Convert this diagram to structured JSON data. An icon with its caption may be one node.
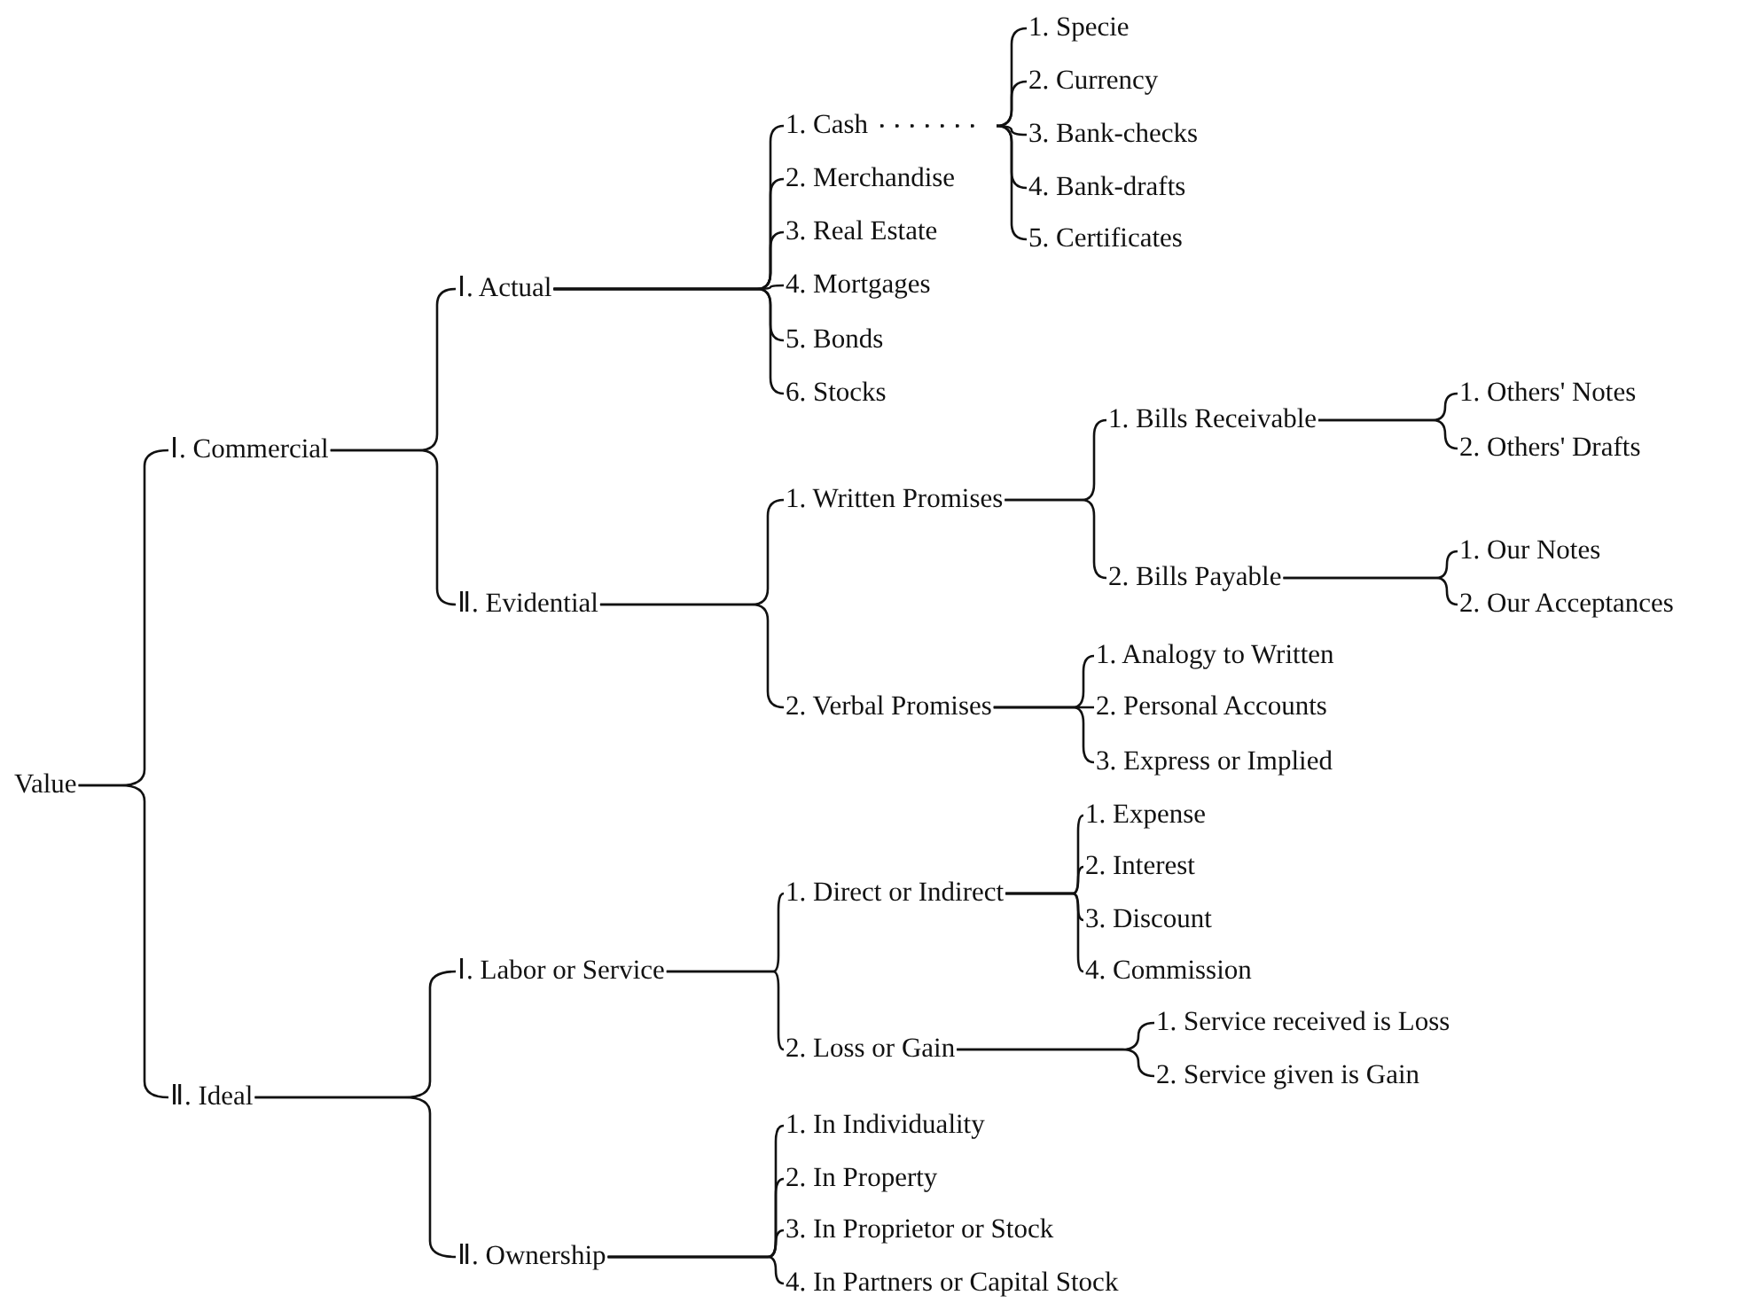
{
  "diagram": {
    "nodes": [
      {
        "text": [
          "Value"
        ]
      },
      {
        "text": [
          "Ⅰ. Commercial"
        ]
      },
      {
        "text": [
          "Ⅰ. Actual"
        ]
      },
      {
        "text": [
          "1. Cash"
        ]
      },
      {
        "text": [
          "1. Specie"
        ]
      },
      {
        "text": [
          "2. Currency"
        ]
      },
      {
        "text": [
          "3. Bank-checks"
        ]
      },
      {
        "text": [
          "4. Bank-drafts"
        ]
      },
      {
        "text": [
          "5. Certificates"
        ]
      },
      {
        "text": [
          "2. Merchandise"
        ]
      },
      {
        "text": [
          "3. Real Estate"
        ]
      },
      {
        "text": [
          "4. Mortgages"
        ]
      },
      {
        "text": [
          "5. Bonds"
        ]
      },
      {
        "text": [
          "6. Stocks"
        ]
      },
      {
        "text": [
          "Ⅱ. Evidential"
        ]
      },
      {
        "text": [
          "1. Written Promises"
        ]
      },
      {
        "text": [
          "1. Bills Receivable"
        ]
      },
      {
        "text": [
          "1. Others' Notes"
        ]
      },
      {
        "text": [
          "2. Others' Drafts"
        ]
      },
      {
        "text": [
          "2. Bills Payable"
        ]
      },
      {
        "text": [
          "1. Our Notes"
        ]
      },
      {
        "text": [
          "2. Our Acceptances"
        ]
      },
      {
        "text": [
          "2. Verbal Promises"
        ]
      },
      {
        "text": [
          "1. Analogy to Written"
        ]
      },
      {
        "text": [
          "2. Personal Accounts"
        ]
      },
      {
        "text": [
          "3. Express or Implied"
        ]
      },
      {
        "text": [
          "Ⅱ. Ideal"
        ]
      },
      {
        "text": [
          "Ⅰ. Labor or Service"
        ]
      },
      {
        "text": [
          "1. Direct or Indirect"
        ]
      },
      {
        "text": [
          "1. Expense"
        ]
      },
      {
        "text": [
          "2. Interest"
        ]
      },
      {
        "text": [
          "3. Discount"
        ]
      },
      {
        "text": [
          "4. Commission"
        ]
      },
      {
        "text": [
          "2. Loss or Gain"
        ]
      },
      {
        "text": [
          "1. Service received is Loss"
        ]
      },
      {
        "text": [
          "2. Service given is Gain"
        ]
      },
      {
        "text": [
          "Ⅱ. Ownership"
        ]
      },
      {
        "text": [
          "1. In Individuality"
        ]
      },
      {
        "text": [
          "2. In Property"
        ]
      },
      {
        "text": [
          "3. In Proprietor or Stock"
        ]
      },
      {
        "text": [
          "4. In Partners or Capital Stock"
        ]
      }
    ],
    "edges": [
      {
        "from": 0,
        "to": 1,
        "arrow": "none"
      },
      {
        "from": 0,
        "to": 26,
        "arrow": "none"
      },
      {
        "from": 1,
        "to": 2,
        "arrow": "none"
      },
      {
        "from": 1,
        "to": 14,
        "arrow": "none"
      },
      {
        "from": 2,
        "to": 3,
        "arrow": "none"
      },
      {
        "from": 2,
        "to": 9,
        "arrow": "none"
      },
      {
        "from": 2,
        "to": 10,
        "arrow": "none"
      },
      {
        "from": 2,
        "to": 11,
        "arrow": "none"
      },
      {
        "from": 2,
        "to": 12,
        "arrow": "none"
      },
      {
        "from": 2,
        "to": 13,
        "arrow": "none"
      },
      {
        "from": 3,
        "to": 4,
        "arrow": "none",
        "style": "dashed"
      },
      {
        "from": 3,
        "to": 5,
        "arrow": "none",
        "style": "dashed"
      },
      {
        "from": 3,
        "to": 6,
        "arrow": "none",
        "style": "dashed"
      },
      {
        "from": 3,
        "to": 7,
        "arrow": "none",
        "style": "dashed"
      },
      {
        "from": 3,
        "to": 8,
        "arrow": "none",
        "style": "dashed"
      },
      {
        "from": 14,
        "to": 15,
        "arrow": "none"
      },
      {
        "from": 14,
        "to": 22,
        "arrow": "none"
      },
      {
        "from": 15,
        "to": 16,
        "arrow": "none"
      },
      {
        "from": 15,
        "to": 19,
        "arrow": "none"
      },
      {
        "from": 16,
        "to": 17,
        "arrow": "none"
      },
      {
        "from": 16,
        "to": 18,
        "arrow": "none"
      },
      {
        "from": 19,
        "to": 20,
        "arrow": "none"
      },
      {
        "from": 19,
        "to": 21,
        "arrow": "none"
      },
      {
        "from": 22,
        "to": 23,
        "arrow": "none"
      },
      {
        "from": 22,
        "to": 24,
        "arrow": "none"
      },
      {
        "from": 22,
        "to": 25,
        "arrow": "none"
      },
      {
        "from": 26,
        "to": 27,
        "arrow": "none"
      },
      {
        "from": 26,
        "to": 36,
        "arrow": "none"
      },
      {
        "from": 27,
        "to": 28,
        "arrow": "none"
      },
      {
        "from": 27,
        "to": 33,
        "arrow": "none"
      },
      {
        "from": 28,
        "to": 29,
        "arrow": "none"
      },
      {
        "from": 28,
        "to": 30,
        "arrow": "none"
      },
      {
        "from": 28,
        "to": 31,
        "arrow": "none"
      },
      {
        "from": 28,
        "to": 32,
        "arrow": "none"
      },
      {
        "from": 33,
        "to": 34,
        "arrow": "none"
      },
      {
        "from": 33,
        "to": 35,
        "arrow": "none"
      },
      {
        "from": 36,
        "to": 37,
        "arrow": "none"
      },
      {
        "from": 36,
        "to": 38,
        "arrow": "none"
      },
      {
        "from": 36,
        "to": 39,
        "arrow": "none"
      },
      {
        "from": 36,
        "to": 40,
        "arrow": "none"
      }
    ]
  }
}
